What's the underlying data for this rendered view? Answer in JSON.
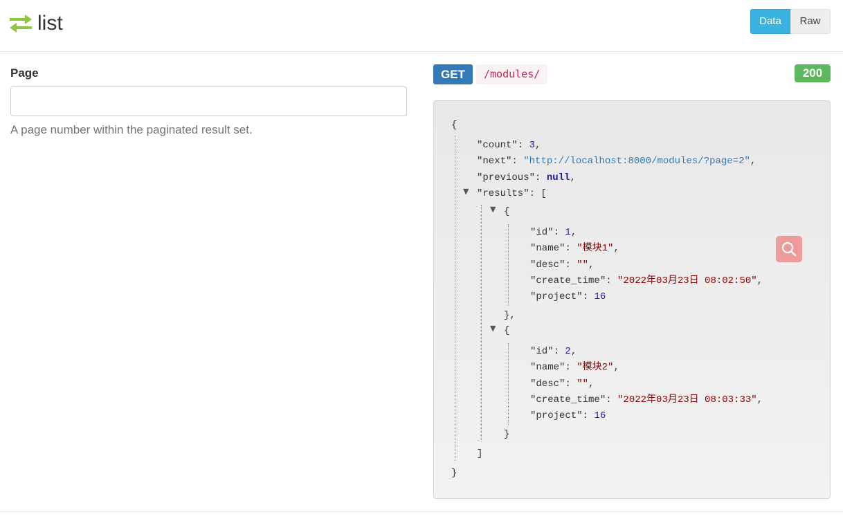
{
  "header": {
    "title": "list",
    "title_icon": "swap-arrows-icon",
    "buttons": {
      "data_label": "Data",
      "raw_label": "Raw"
    }
  },
  "form": {
    "page_label": "Page",
    "page_value": "",
    "page_help": "A page number within the paginated result set."
  },
  "request": {
    "method": "GET",
    "path": "/modules/",
    "status": "200"
  },
  "json": {
    "count_key": "\"count\"",
    "count_value": "3",
    "next_key": "\"next\"",
    "next_value": "\"http://localhost:8000/modules/?page=2\"",
    "previous_key": "\"previous\"",
    "previous_value": "null",
    "results_key": "\"results\"",
    "results": [
      {
        "id_key": "\"id\"",
        "id": "1",
        "name_key": "\"name\"",
        "name": "\"模块1\"",
        "desc_key": "\"desc\"",
        "desc": "\"\"",
        "create_time_key": "\"create_time\"",
        "create_time": "\"2022年03月23日 08:02:50\"",
        "project_key": "\"project\"",
        "project": "16"
      },
      {
        "id_key": "\"id\"",
        "id": "2",
        "name_key": "\"name\"",
        "name": "\"模块2\"",
        "desc_key": "\"desc\"",
        "desc": "\"\"",
        "create_time_key": "\"create_time\"",
        "create_time": "\"2022年03月23日 08:03:33\"",
        "project_key": "\"project\"",
        "project": "16"
      }
    ]
  },
  "colors": {
    "method_bg": "#337ab7",
    "status_bg": "#5cb85c",
    "data_button_bg": "#3bb3e0",
    "search_fab_bg": "#ec9a9a"
  },
  "icons": {
    "search": "search-icon",
    "collapse": "collapse-triangle-icon"
  }
}
